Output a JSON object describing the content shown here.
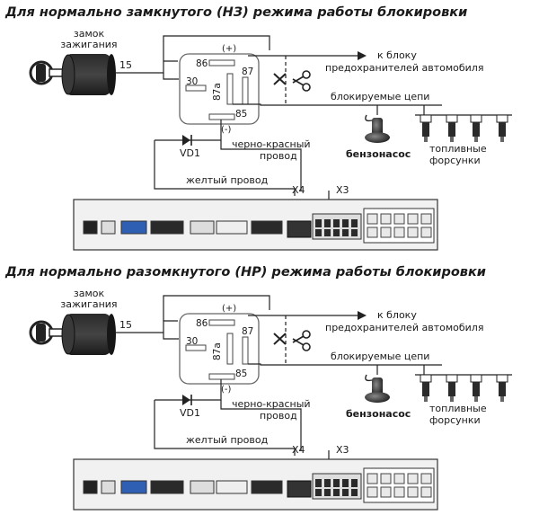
{
  "colors": {
    "line": "#222222",
    "relay_outline": "#666666",
    "connector_fill": "#e9e9e9",
    "connector_blue": "#2f5fb3",
    "text": "#1a1a1a"
  },
  "icons": [
    "ignition-key-icon",
    "scissors-icon",
    "fuel-pump-icon",
    "fuel-injector-icon",
    "diode-icon"
  ],
  "sections": [
    {
      "title": "Для нормально замкнутого (НЗ) режима работы блокировки",
      "ignition_label_1": "замок",
      "ignition_label_2": "зажигания",
      "wire_15": "15",
      "relay_pins": {
        "p86": "86",
        "p87": "87",
        "p30": "30",
        "p87a": "87a",
        "p85": "85",
        "plus": "(+)",
        "minus": "(-)"
      },
      "fuse_label_1": "к блоку",
      "fuse_label_2": "предохранителей автомобиля",
      "blocked_circuits": "блокируемые цепи",
      "pump": "бензонасос",
      "injectors_1": "топливные",
      "injectors_2": "форсунки",
      "diode": "VD1",
      "black_red_1": "черно-красный",
      "black_red_2": "провод",
      "yellow_wire": "желтый провод",
      "x4": "X4",
      "x3": "X3"
    },
    {
      "title": "Для нормально разомкнутого (НР) режима работы блокировки",
      "ignition_label_1": "замок",
      "ignition_label_2": "зажигания",
      "wire_15": "15",
      "relay_pins": {
        "p86": "86",
        "p87": "87",
        "p30": "30",
        "p87a": "87a",
        "p85": "85",
        "plus": "(+)",
        "minus": "(-)"
      },
      "fuse_label_1": "к блоку",
      "fuse_label_2": "предохранителей автомобиля",
      "blocked_circuits": "блокируемые цепи",
      "pump": "бензонасос",
      "injectors_1": "топливные",
      "injectors_2": "форсунки",
      "diode": "VD1",
      "black_red_1": "черно-красный",
      "black_red_2": "провод",
      "yellow_wire": "желтый провод",
      "x4": "X4",
      "x3": "X3"
    }
  ]
}
